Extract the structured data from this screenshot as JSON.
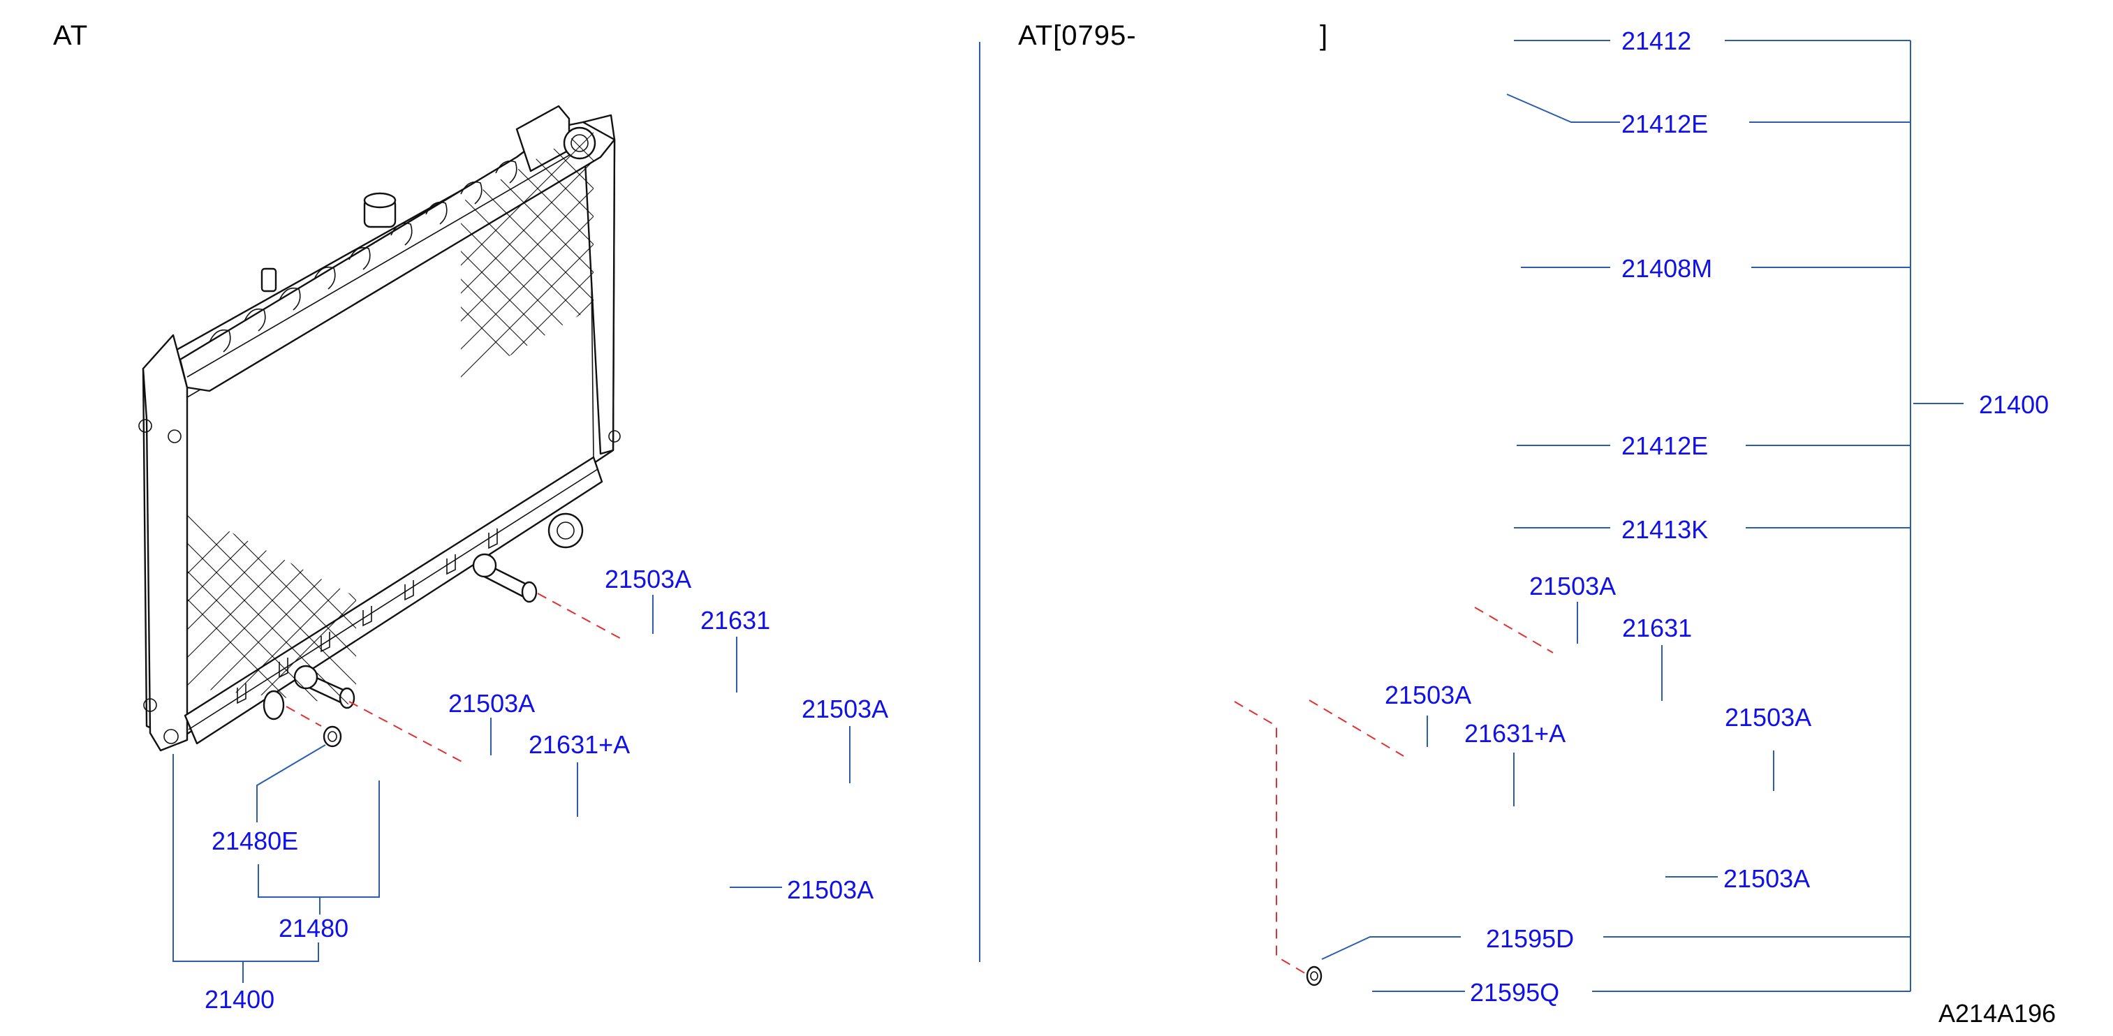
{
  "diagram": {
    "colors": {
      "label": "#1010e8",
      "leader": "#2a5db0",
      "dashed": "#e03030",
      "drawing": "#111111"
    },
    "left_panel": {
      "title": "AT",
      "labels": {
        "l_21503a_1": "21503A",
        "l_21631": "21631",
        "l_21503a_2": "21503A",
        "l_21503a_3": "21503A",
        "l_21631a": "21631+A",
        "l_21480e": "21480E",
        "l_21503a_4": "21503A",
        "l_21480": "21480",
        "l_21400": "21400"
      }
    },
    "right_panel": {
      "title_start": "AT[0795-",
      "title_end": "]",
      "labels": {
        "r_21412": "21412",
        "r_21412e_1": "21412E",
        "r_21408m": "21408M",
        "r_21400": "21400",
        "r_21412e_2": "21412E",
        "r_21413k": "21413K",
        "r_21503a_1": "21503A",
        "r_21631": "21631",
        "r_21503a_2": "21503A",
        "r_21631a": "21631+A",
        "r_21503a_3": "21503A",
        "r_21503a_4": "21503A",
        "r_21595d": "21595D",
        "r_21595q": "21595Q"
      }
    },
    "ref_code": "A214A196"
  }
}
